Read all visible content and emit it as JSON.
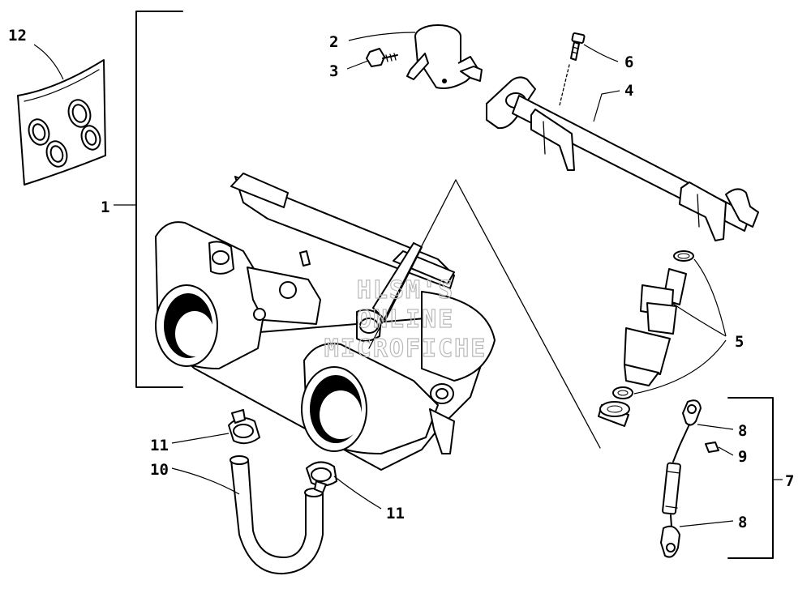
{
  "callouts": {
    "c1": "1",
    "c2": "2",
    "c3": "3",
    "c4": "4",
    "c5": "5",
    "c6": "6",
    "c7": "7",
    "c8a": "8",
    "c8b": "8",
    "c9": "9",
    "c10": "10",
    "c11a": "11",
    "c11b": "11",
    "c12": "12"
  },
  "watermark": {
    "line1": "HLSM'S",
    "line2": "ONLINE",
    "line3": "MICROFICHE"
  }
}
